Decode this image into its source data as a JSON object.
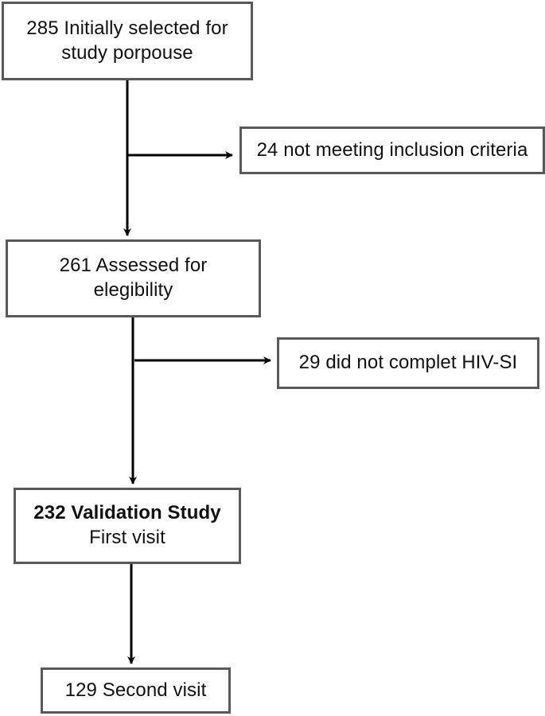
{
  "chart_data": {
    "type": "diagram",
    "title": "Study participant flow diagram",
    "diagram_kind": "flowchart",
    "nodes": [
      {
        "id": "initial",
        "count": 285,
        "lines": [
          {
            "text": "285 Initially selected for",
            "bold": false
          },
          {
            "text": "study porpouse",
            "bold": false
          }
        ]
      },
      {
        "id": "excluded_1",
        "count": 24,
        "lines": [
          {
            "text": "24 not meeting inclusion criteria",
            "bold": false
          }
        ]
      },
      {
        "id": "assessed",
        "count": 261,
        "lines": [
          {
            "text": "261 Assessed for",
            "bold": false
          },
          {
            "text": "elegibility",
            "bold": false
          }
        ]
      },
      {
        "id": "excluded_2",
        "count": 29,
        "lines": [
          {
            "text": "29 did not complet HIV-SI",
            "bold": false
          }
        ]
      },
      {
        "id": "validation",
        "count": 232,
        "lines": [
          {
            "text": "232 Validation Study",
            "bold": true
          },
          {
            "text": "First visit",
            "bold": false
          }
        ]
      },
      {
        "id": "second",
        "count": 129,
        "lines": [
          {
            "text": "129 Second visit",
            "bold": false
          }
        ]
      }
    ],
    "edges": [
      {
        "from": "initial",
        "to": "assessed",
        "kind": "vertical-arrow"
      },
      {
        "from": "initial",
        "to": "excluded_1",
        "kind": "horizontal-branch-arrow"
      },
      {
        "from": "assessed",
        "to": "validation",
        "kind": "vertical-arrow"
      },
      {
        "from": "assessed",
        "to": "excluded_2",
        "kind": "horizontal-branch-arrow"
      },
      {
        "from": "validation",
        "to": "second",
        "kind": "vertical-arrow"
      }
    ],
    "style": {
      "border_color": "#595959",
      "line_color": "#000000",
      "background": "#ffffff",
      "text_color": "#111111"
    }
  },
  "nodes": {
    "initial": {
      "line1": "285 Initially selected for",
      "line2": "study porpouse"
    },
    "excluded_1": {
      "line1": "24 not meeting inclusion criteria"
    },
    "assessed": {
      "line1": "261 Assessed for",
      "line2": "elegibility"
    },
    "excluded_2": {
      "line1": "29 did not complet HIV-SI"
    },
    "validation": {
      "line1": "232 Validation Study",
      "line2": "First visit"
    },
    "second": {
      "line1": "129 Second visit"
    }
  }
}
